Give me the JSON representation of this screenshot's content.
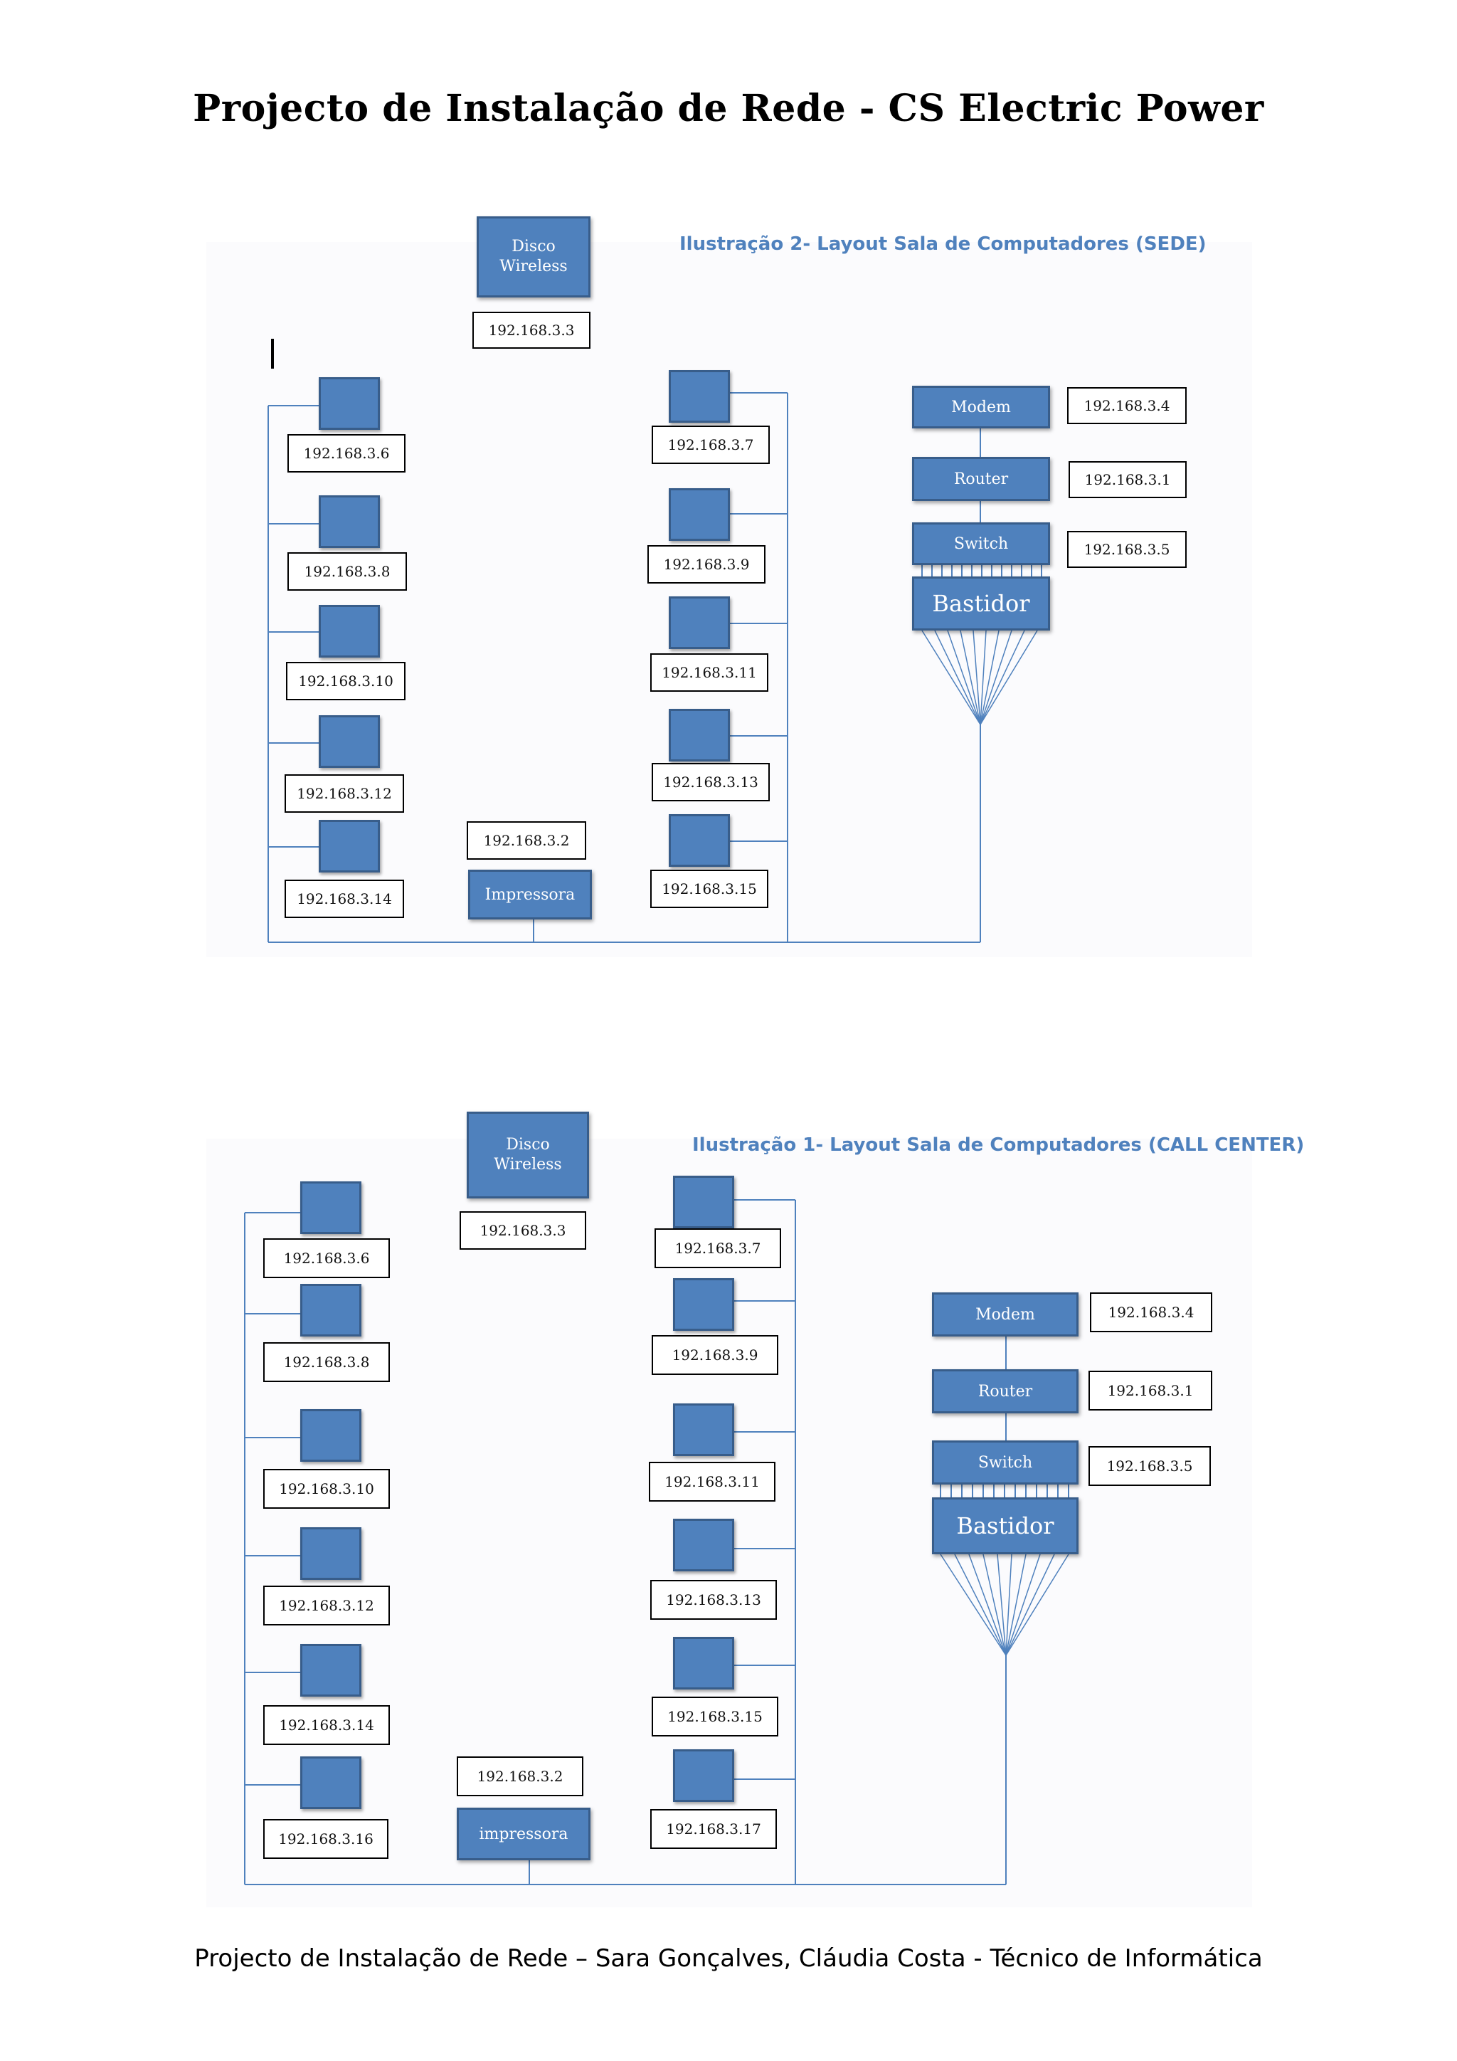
{
  "page": {
    "title": "Projecto de Instalação de Rede - CS Electric Power",
    "footer": "Projecto de Instalação de Rede – Sara Gonçalves, Cláudia Costa - Técnico de Informática"
  },
  "colors": {
    "device_fill": "#4f81bd",
    "device_border": "#385d8a",
    "wire": "#4f81bd",
    "caption": "#4f81bd"
  },
  "icons": {
    "computer": "computer-icon",
    "cursor": "text-cursor-icon"
  },
  "diagrams": {
    "sede": {
      "caption": "Ilustração 2- Layout Sala de Computadores (SEDE)",
      "wireless": {
        "label": "Disco\nWireless",
        "ip": "192.168.3.3"
      },
      "printer": {
        "label": "Impressora",
        "ip": "192.168.3.2"
      },
      "modem": {
        "label": "Modem",
        "ip": "192.168.3.4"
      },
      "router": {
        "label": "Router",
        "ip": "192.168.3.1"
      },
      "switch": {
        "label": "Switch",
        "ip": "192.168.3.5"
      },
      "bastidor": {
        "label": "Bastidor"
      },
      "left_pcs": [
        "192.168.3.6",
        "192.168.3.8",
        "192.168.3.10",
        "192.168.3.12",
        "192.168.3.14"
      ],
      "right_pcs": [
        "192.168.3.7",
        "192.168.3.9",
        "192.168.3.11",
        "192.168.3.13",
        "192.168.3.15"
      ]
    },
    "call_center": {
      "caption": "Ilustração 1- Layout Sala de Computadores (CALL CENTER)",
      "wireless": {
        "label": "Disco\nWireless",
        "ip": "192.168.3.3"
      },
      "printer": {
        "label": "impressora",
        "ip": "192.168.3.2"
      },
      "modem": {
        "label": "Modem",
        "ip": "192.168.3.4"
      },
      "router": {
        "label": "Router",
        "ip": "192.168.3.1"
      },
      "switch": {
        "label": "Switch",
        "ip": "192.168.3.5"
      },
      "bastidor": {
        "label": "Bastidor"
      },
      "left_pcs": [
        "192.168.3.6",
        "192.168.3.8",
        "192.168.3.10",
        "192.168.3.12",
        "192.168.3.14",
        "192.168.3.16"
      ],
      "right_pcs": [
        "192.168.3.7",
        "192.168.3.9",
        "192.168.3.11",
        "192.168.3.13",
        "192.168.3.15",
        "192.168.3.17"
      ]
    }
  }
}
